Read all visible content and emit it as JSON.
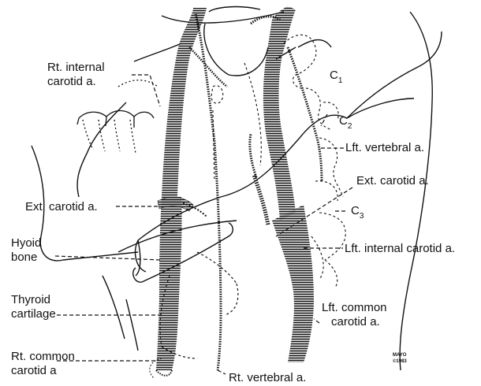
{
  "labels": {
    "rt_internal_1": "Rt. internal",
    "rt_internal_2": "carotid a.",
    "c1": "C",
    "c1_sub": "1",
    "c2": "C",
    "c2_sub": "2",
    "c3": "C",
    "c3_sub": "3",
    "lft_vertebral": "Lft. vertebral a.",
    "ext_carotid_right": "Ext. carotid a.",
    "ext_carotid_left": "Ext. carotid a.",
    "lft_internal_carotid": "Lft. internal carotid a.",
    "hyoid_1": "Hyoid",
    "hyoid_2": "bone",
    "thyroid_1": "Thyroid",
    "thyroid_2": "cartilage",
    "lft_common_1": "Lft. common",
    "lft_common_2": "carotid a.",
    "rt_common_1": "Rt. common",
    "rt_common_2": "carotid a",
    "rt_vertebral": "Rt. vertebral a.",
    "signature_1": "MAYO",
    "signature_2": "©1983"
  },
  "colors": {
    "ink": "#111111",
    "background": "#ffffff"
  }
}
